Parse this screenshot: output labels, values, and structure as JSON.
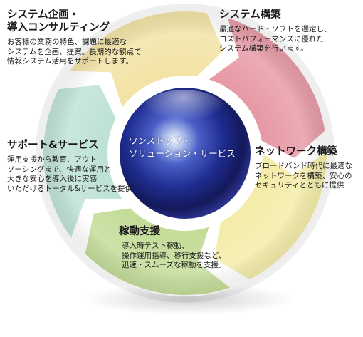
{
  "center": {
    "lines": [
      "ワンストップ・",
      "ソリューション・サービス"
    ]
  },
  "segments": [
    {
      "id": "planning",
      "title_lines": [
        "システム企画・",
        "導入コンサルティング"
      ],
      "description_lines": [
        "お客様の業務の特色、課題に最適な",
        "システムを企画、提案。長期的な観点で",
        "情報システム活用をサポートします。"
      ],
      "color": "#f3e3a6"
    },
    {
      "id": "construction",
      "title_lines": [
        "システム構築"
      ],
      "description_lines": [
        "最適なハード・ソフトを選定し、",
        "コストパフォーマンスに優れた",
        "システム構築を行います。"
      ],
      "color": "#e79aa6"
    },
    {
      "id": "network",
      "title_lines": [
        "ネットワーク構築"
      ],
      "description_lines": [
        "ブロードバンド時代に最適な",
        "ネットワークを構築、安心の",
        "セキュリティとともに提供"
      ],
      "color": "#f4eca8"
    },
    {
      "id": "operation",
      "title_lines": [
        "稼動支援"
      ],
      "description_lines": [
        "導入時テスト稼動、",
        "操作運用指導、移行支援など、",
        "迅速・スムーズな稼動を支援。"
      ],
      "color": "#c3dc98"
    },
    {
      "id": "support",
      "title_lines": [
        "サポート&サービス"
      ],
      "description_lines": [
        "運用支援から教育、アウト",
        "ソーシングまで、快適な運用と",
        "大きな安心を導入後に実感",
        "いただけるトータル&サービスを提供"
      ],
      "color": "#bfe2d6"
    }
  ]
}
